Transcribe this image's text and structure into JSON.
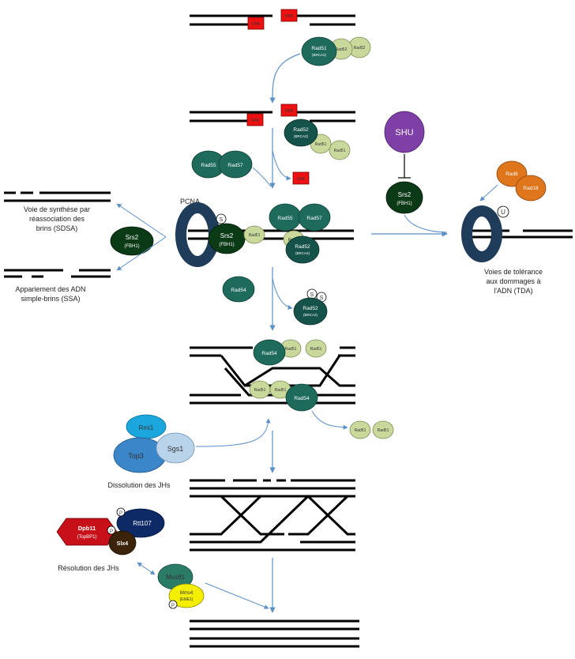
{
  "colors": {
    "dna": "#000000",
    "rpa": "#ee1111",
    "rad51": "#1e6b5c",
    "rad52_dark": "#14524a",
    "rad5x_light": "#c9d99c",
    "srs2": "#0b3a16",
    "pcna": "#1f3c5a",
    "shu": "#7e3fa6",
    "rad6_18": "#e0761c",
    "rmi1": "#1ba7de",
    "top3": "#3a86c9",
    "sgs1": "#b9d3ea",
    "dpb11": "#c8101a",
    "rtt107": "#0d2a66",
    "slx4": "#3a2308",
    "mus81": "#2a7b68",
    "mms4": "#f4ef00",
    "arrow": "#5b8fc7"
  },
  "proteins": {
    "rpa": "RPA",
    "rad51": "Rad51",
    "brca2": "(BRCA2)",
    "rad52": "Rad52",
    "rad55": "Rad55",
    "rad57": "Rad57",
    "rad54": "Rad54",
    "shu": "SHU",
    "srs2": "Srs2",
    "fbh1": "(FBH1)",
    "pcna": "PCNA",
    "s_mod": "S",
    "u_mod": "U",
    "p_mod": "P",
    "rad6": "Rad6",
    "rad18": "Rad18",
    "rmi1": "Rmi1",
    "top3": "Top3",
    "sgs1": "Sgs1",
    "dpb11": "Dpb11",
    "topbp1": "(TopBP1)",
    "rtt107": "Rtt107",
    "slx4": "Slx4",
    "mus81": "Mus81",
    "mms4": "Mms4",
    "eme1": "(EME1)"
  },
  "labels": {
    "sdsa": [
      "Voie de synthèse par",
      "réassociation des",
      "brins (SDSA)"
    ],
    "ssa": [
      "Appariement des ADN",
      "simple-brins (SSA)"
    ],
    "tda": [
      "Voies de tolérance",
      "aux dommages à",
      "l'ADN (TDA)"
    ],
    "dissolution": "Dissolution des JHs",
    "resolution": "Résolution des JHs"
  }
}
